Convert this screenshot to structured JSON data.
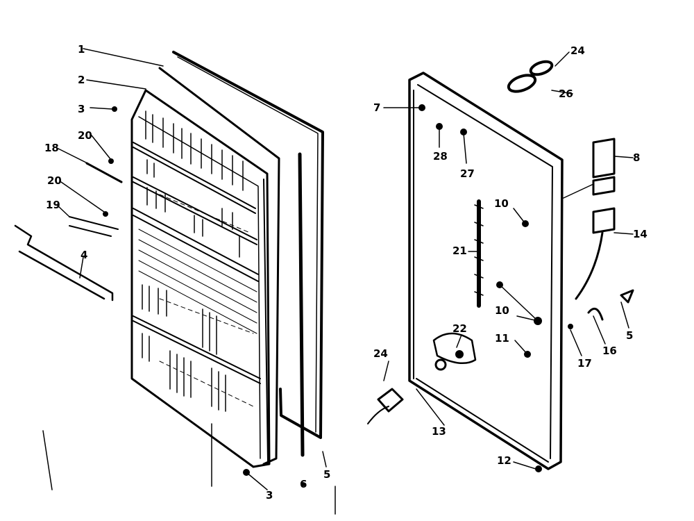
{
  "diagram": {
    "labels": {
      "p1": "1",
      "p2": "2",
      "p3a": "3",
      "p3b": "3",
      "p4": "4",
      "p5a": "5",
      "p5b": "5",
      "p6": "6",
      "p7": "7",
      "p8": "8",
      "p10a": "10",
      "p10b": "10",
      "p11": "11",
      "p12": "12",
      "p13": "13",
      "p14": "14",
      "p16": "16",
      "p17": "17",
      "p18": "18",
      "p19": "19",
      "p20a": "20",
      "p20b": "20",
      "p21": "21",
      "p22": "22",
      "p24a": "24",
      "p24b": "24",
      "p26": "26",
      "p27": "27",
      "p28": "28"
    }
  }
}
